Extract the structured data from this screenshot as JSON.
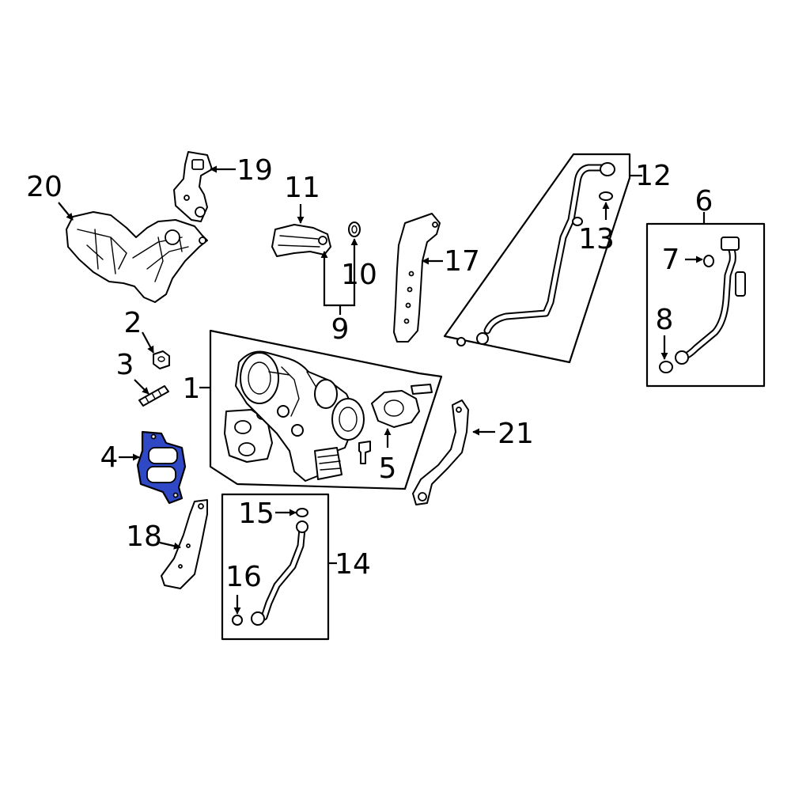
{
  "diagram": {
    "highlight_color": "#2f49c6",
    "line_color": "#000000",
    "background": "#ffffff",
    "highlighted_part": "4",
    "callouts": {
      "c1": "1",
      "c2": "2",
      "c3": "3",
      "c4": "4",
      "c5": "5",
      "c6": "6",
      "c7": "7",
      "c8": "8",
      "c9": "9",
      "c10": "10",
      "c11": "11",
      "c12": "12",
      "c13": "13",
      "c14": "14",
      "c15": "15",
      "c16": "16",
      "c17": "17",
      "c18": "18",
      "c19": "19",
      "c20": "20",
      "c21": "21"
    }
  }
}
